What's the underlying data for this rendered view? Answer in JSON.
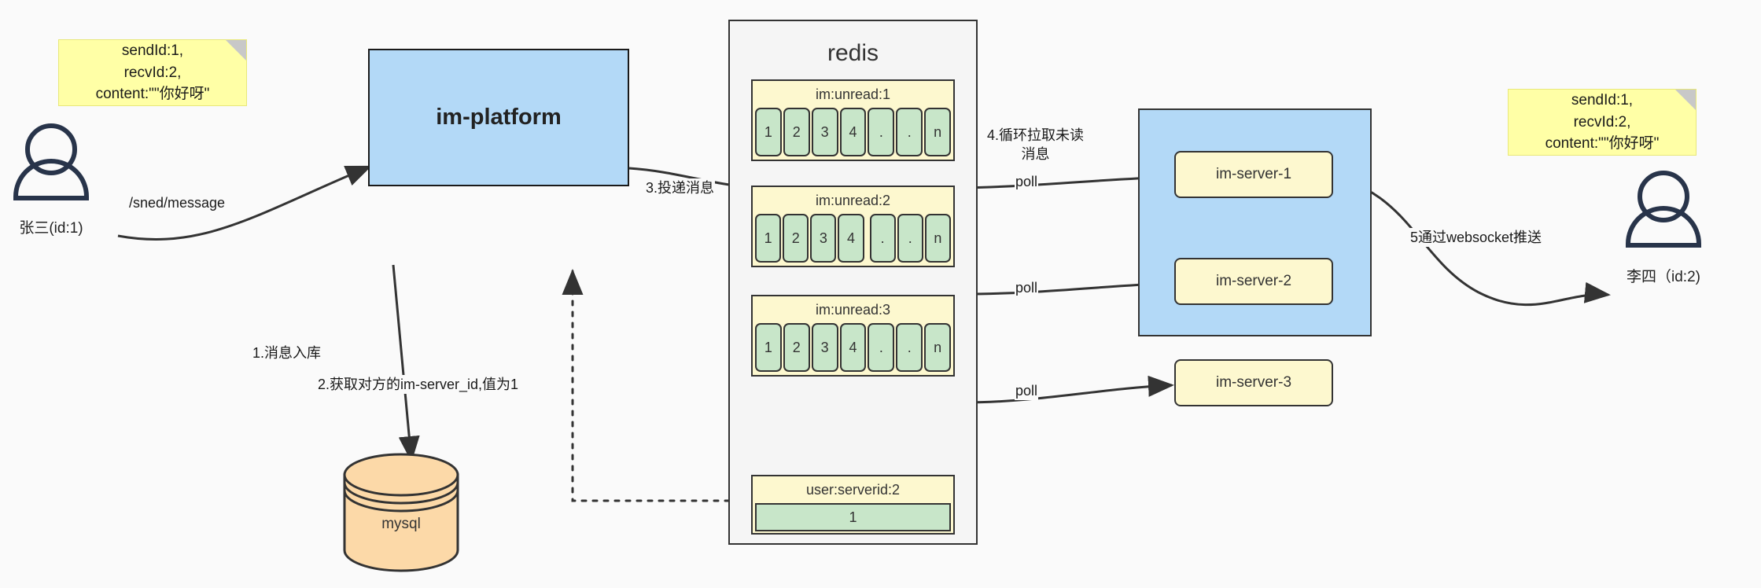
{
  "diagram": {
    "title": "IM message delivery architecture",
    "colors": {
      "note_bg": "#ffffa6",
      "process_blue": "#b3d9f7",
      "key_yellow": "#fdf8cf",
      "cell_green": "#c8e6c9",
      "db_orange": "#fcd9a8",
      "stroke": "#333333",
      "canvas_bg": "#fafafa"
    }
  },
  "actors": {
    "sender": {
      "label": "张三(id:1)",
      "icon": "user-icon"
    },
    "receiver": {
      "label": "李四（id:2)",
      "icon": "user-icon"
    }
  },
  "notes": {
    "left": {
      "lines": [
        "sendId:1,",
        "recvId:2,",
        "content:\"\"你好呀\""
      ]
    },
    "right": {
      "lines": [
        "sendId:1,",
        "recvId:2,",
        "content:\"\"你好呀\""
      ]
    }
  },
  "platform": {
    "label": "im-platform"
  },
  "database": {
    "label": "mysql",
    "icon": "database-cylinder-icon"
  },
  "redis": {
    "title": "redis",
    "key_groups": [
      {
        "key": "im:unread:1",
        "cells": [
          "1",
          "2",
          "3",
          "4",
          ".",
          ".",
          "n"
        ]
      },
      {
        "key": "im:unread:2",
        "cells": [
          "1",
          "2",
          "3",
          "4",
          ".",
          ".",
          "n"
        ]
      },
      {
        "key": "im:unread:3",
        "cells": [
          "1",
          "2",
          "3",
          "4",
          ".",
          ".",
          "n"
        ]
      }
    ],
    "server_key": {
      "key": "user:serverid:2",
      "value": "1"
    }
  },
  "servers": {
    "items": [
      {
        "label": "im-server-1"
      },
      {
        "label": "im-server-2"
      },
      {
        "label": "im-server-3"
      }
    ]
  },
  "edges": {
    "send_message": "/sned/message",
    "step1": "1.消息入库",
    "step2": "2.获取对方的im-server_id,值为1",
    "step3": "3.投递消息",
    "step4": "4.循环拉取未读消息",
    "step5": "5通过websocket推送",
    "poll1": "poll",
    "poll2": "poll",
    "poll3": "poll"
  }
}
